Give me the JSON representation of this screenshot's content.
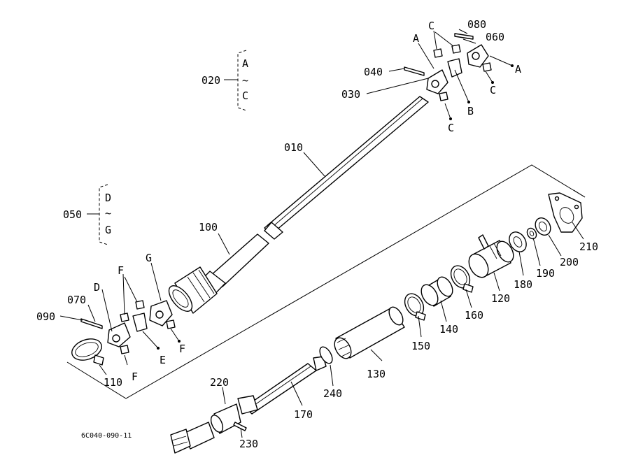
{
  "labels": {
    "p010": "010",
    "p020": "020",
    "p030": "030",
    "p040": "040",
    "p050": "050",
    "p060": "060",
    "p070": "070",
    "p080": "080",
    "p090": "090",
    "p100": "100",
    "p110": "110",
    "p120": "120",
    "p130": "130",
    "p140": "140",
    "p150": "150",
    "p160": "160",
    "p170": "170",
    "p180": "180",
    "p190": "190",
    "p200": "200",
    "p210": "210",
    "p220": "220",
    "p230": "230",
    "p240": "240"
  },
  "group_020": {
    "top": "A",
    "tilde": "~",
    "bottom": "C"
  },
  "group_050": {
    "top": "D",
    "tilde": "~",
    "bottom": "G"
  },
  "letters": {
    "a": "A",
    "b": "B",
    "c": "C",
    "d": "D",
    "e": "E",
    "f": "F",
    "g": "G"
  },
  "drawing_code": "6C040-090-11"
}
